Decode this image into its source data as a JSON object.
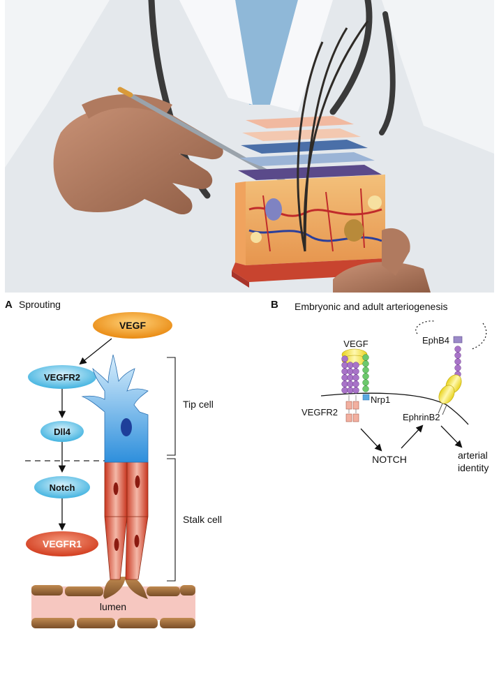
{
  "panel_a": {
    "letter": "A",
    "title": "Sprouting",
    "pathway": [
      "VEGF",
      "VEGFR2",
      "Dll4",
      "Notch",
      "VEGFR1"
    ],
    "tip_label": "Tip cell",
    "stalk_label": "Stalk cell",
    "lumen_label": "lumen"
  },
  "panel_b": {
    "letter": "B",
    "title": "Embryonic and adult arteriogenesis",
    "vegf": "VEGF",
    "ephb4": "EphB4",
    "nrp1": "Nrp1",
    "vegfr2": "VEGFR2",
    "ephrinb2": "EphrinB2",
    "notch": "NOTCH",
    "arterial_1": "arterial",
    "arterial_2": "identity"
  },
  "colors": {
    "vegf_fill": "#f5a623",
    "receptor_fill": "#5fc4e8",
    "vegfr1_fill": "#e0502c",
    "tip_cell": "#3b9fdc",
    "stalk_cell": "#d24a2c",
    "nucleus": "#1e3f9a",
    "lumen": "#f6c7c0",
    "vessel_wall": "#9a6a3a"
  }
}
